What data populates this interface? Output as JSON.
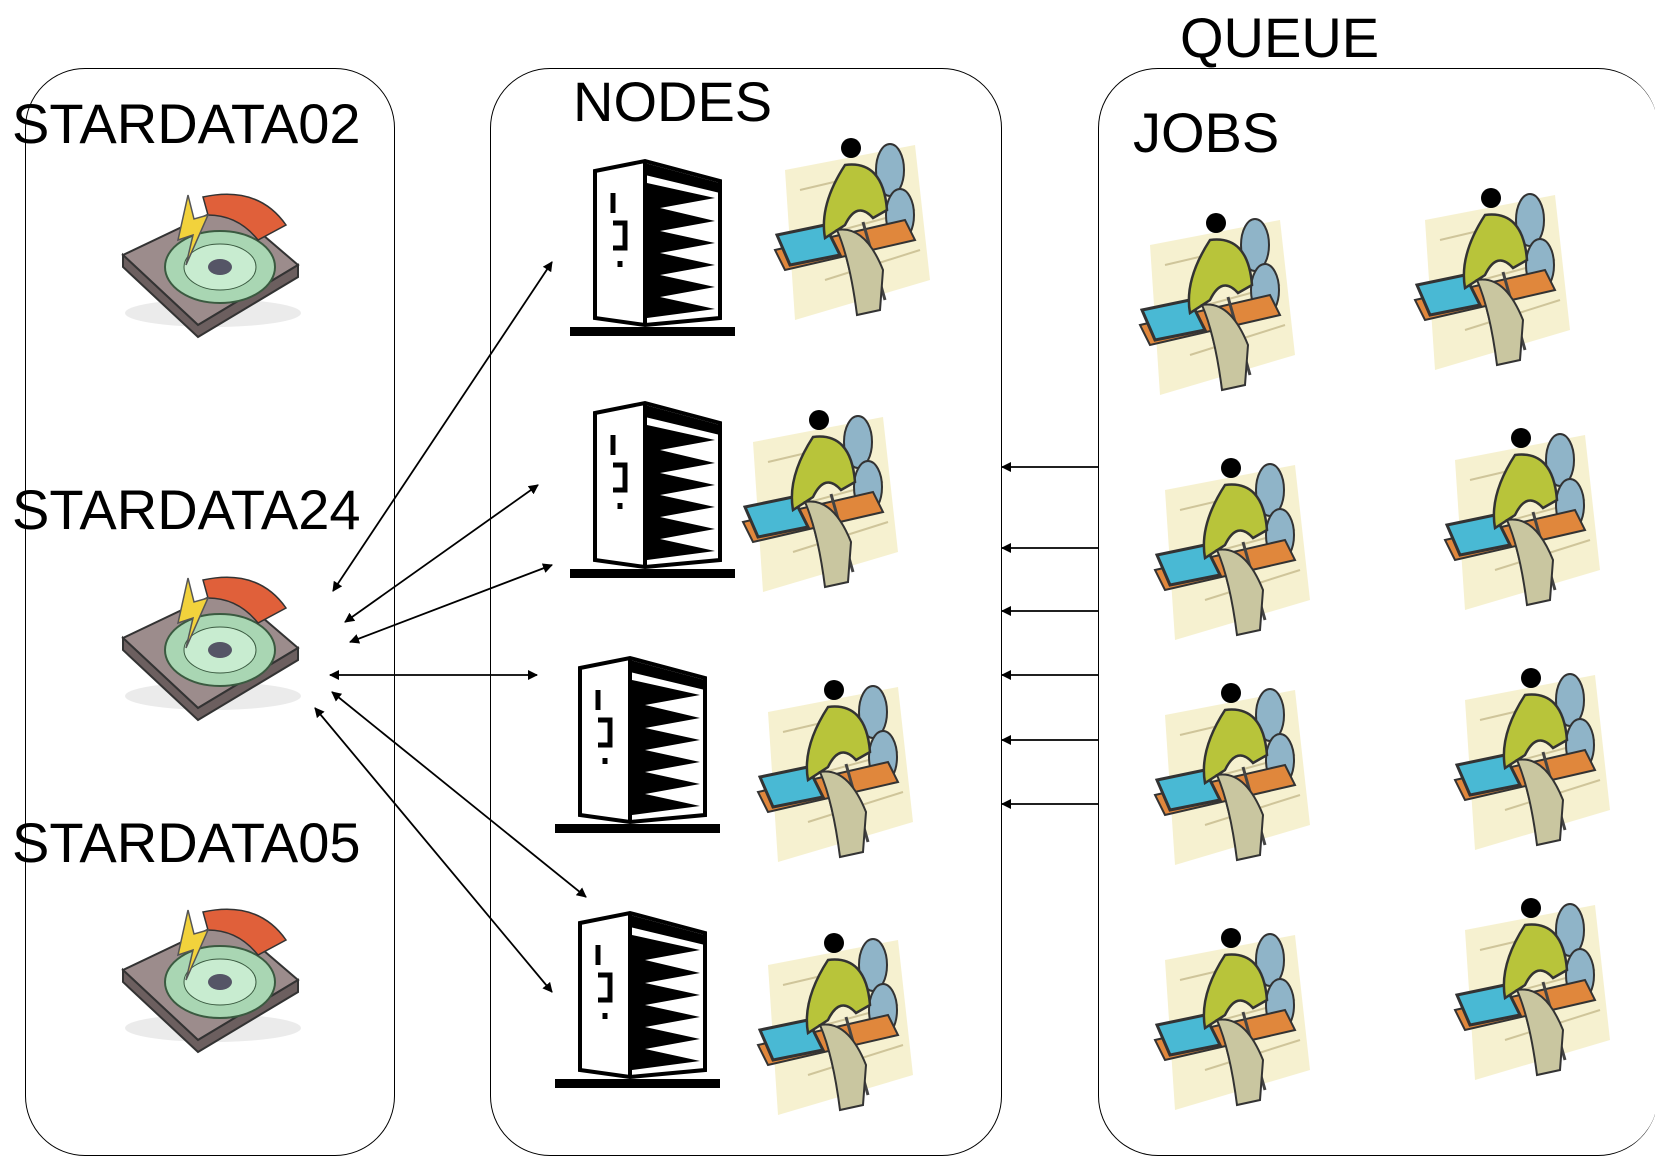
{
  "disks_panel": {
    "disks": [
      {
        "label": "STARDATA02",
        "icon": "hard-disk-icon"
      },
      {
        "label": "STARDATA24",
        "icon": "hard-disk-icon"
      },
      {
        "label": "STARDATA05",
        "icon": "hard-disk-icon"
      }
    ]
  },
  "nodes_panel": {
    "title": "NODES",
    "node_count": 4,
    "icons": [
      "server-tower-icon",
      "person-at-computer-icon"
    ]
  },
  "queue_panel": {
    "header": "QUEUE",
    "title": "JOBS",
    "job_count": 8,
    "icon": "person-at-computer-icon"
  },
  "connections": {
    "disk_to_node": "bidirectional",
    "queue_to_nodes_arrows": 6
  }
}
